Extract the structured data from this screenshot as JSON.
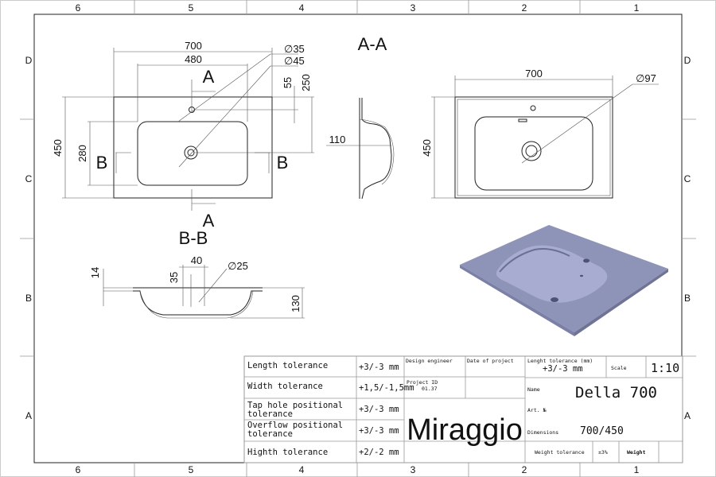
{
  "frame": {
    "columns": [
      "6",
      "5",
      "4",
      "3",
      "2",
      "1"
    ],
    "rows": [
      "D",
      "C",
      "B",
      "A"
    ]
  },
  "top_view": {
    "dim_width": "700",
    "dim_basin_width": "480",
    "dim_tap_hole": "∅35",
    "dim_drain": "∅45",
    "dim_tap_offset": "55",
    "dim_drain_offset": "250",
    "dim_depth": "450",
    "dim_basin_depth": "280",
    "section_a": "A",
    "section_b": "B"
  },
  "section_aa": {
    "title": "A-A",
    "dim_depth": "110"
  },
  "section_bb": {
    "title": "B-B",
    "dim_rim": "14",
    "dim_offset_x": "40",
    "dim_offset_y": "35",
    "dim_overflow": "∅25",
    "dim_height": "130"
  },
  "right_view": {
    "dim_width": "700",
    "dim_depth": "450",
    "dim_drain": "∅97"
  },
  "render_color": "#8e93b8",
  "title_block": {
    "tolerances": [
      {
        "label": "Length tolerance",
        "value": "+3/-3 mm"
      },
      {
        "label": "Width tolerance",
        "value": "+1,5/-1,5mm"
      },
      {
        "label": "Tap hole positional tolerance",
        "value": "+3/-3 mm"
      },
      {
        "label": "Overflow positional tolerance",
        "value": "+3/-3 mm"
      },
      {
        "label": "Highth tolerance",
        "value": "+2/-2 mm"
      }
    ],
    "design_engineer_label": "Design engineer",
    "date_label": "Date of project",
    "project_id_label": "Project ID",
    "project_id": "01.37",
    "brand": "Miraggio",
    "length_tol_label": "Lenght tolerance (mm)",
    "length_tol_value": "+3/-3 mm",
    "scale_label": "Scale",
    "scale": "1:10",
    "name_label": "Name",
    "name": "Della 700",
    "art_label": "Art. №",
    "dimensions_label": "Dimensions",
    "dimensions": "700/450",
    "weight_tol_label": "Weight tolerance",
    "weight_tol": "±3%",
    "weight_label": "Weight"
  }
}
